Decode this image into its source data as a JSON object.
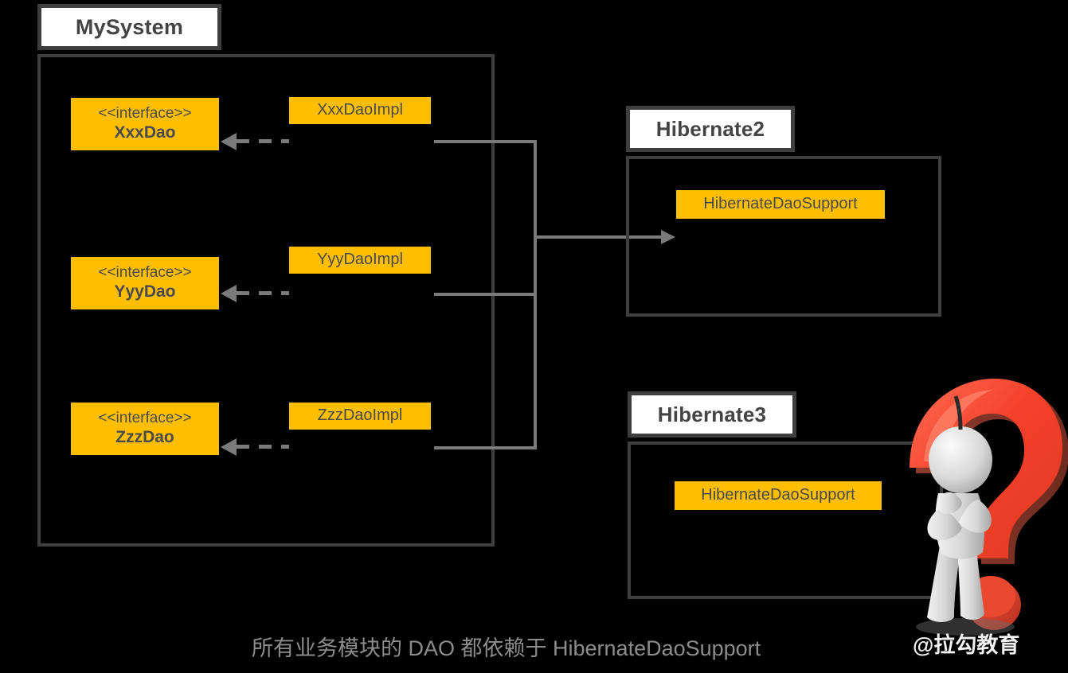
{
  "diagram": {
    "title": "所有业务模块的 DAO 都依赖于 HibernateDaoSupport",
    "watermark": "@拉勾教育",
    "colors": {
      "background": "#000000",
      "class_fill": "#ffbf00",
      "class_text": "#4a4a4a",
      "frame_border": "#3e3e3e",
      "package_tab_fill": "#ffffff",
      "connector": "#7a7a7a",
      "caption_text": "#8c8c8c",
      "question_mark": "#f24a35",
      "mascot_body": "#d9d9d9"
    },
    "packages": [
      {
        "id": "mysystem",
        "name": "MySystem",
        "interfaces": [
          {
            "stereotype": "<<interface>>",
            "name": "XxxDao"
          },
          {
            "stereotype": "<<interface>>",
            "name": "YyyDao"
          },
          {
            "stereotype": "<<interface>>",
            "name": "ZzzDao"
          }
        ],
        "implementations": [
          {
            "name": "XxxDaoImpl"
          },
          {
            "name": "YyyDaoImpl"
          },
          {
            "name": "ZzzDaoImpl"
          }
        ]
      },
      {
        "id": "hibernate2",
        "name": "Hibernate2",
        "classes": [
          {
            "name": "HibernateDaoSupport"
          }
        ]
      },
      {
        "id": "hibernate3",
        "name": "Hibernate3",
        "classes": [
          {
            "name": "HibernateDaoSupport"
          }
        ]
      }
    ],
    "relations": [
      {
        "type": "realization",
        "from": "XxxDaoImpl",
        "to": "XxxDao",
        "style": "dashed-arrow"
      },
      {
        "type": "realization",
        "from": "YyyDaoImpl",
        "to": "YyyDao",
        "style": "dashed-arrow"
      },
      {
        "type": "realization",
        "from": "ZzzDaoImpl",
        "to": "ZzzDao",
        "style": "dashed-arrow"
      },
      {
        "type": "dependency",
        "from": "XxxDaoImpl",
        "to": "HibernateDaoSupport",
        "style": "solid-arrow"
      },
      {
        "type": "dependency",
        "from": "YyyDaoImpl",
        "to": "HibernateDaoSupport",
        "style": "solid-arrow"
      },
      {
        "type": "dependency",
        "from": "ZzzDaoImpl",
        "to": "HibernateDaoSupport",
        "style": "solid-arrow"
      }
    ],
    "mascot": {
      "label": "thinking-person-with-question-mark"
    }
  }
}
